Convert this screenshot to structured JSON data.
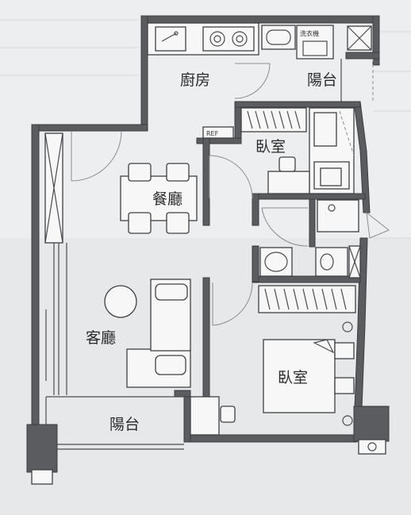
{
  "rooms": {
    "kitchen": "廚房",
    "dining": "餐廳",
    "living": "客廳",
    "bedroom_top": "臥室",
    "bedroom_bottom": "臥室",
    "balcony_top": "陽台",
    "balcony_bottom": "陽台"
  },
  "fixtures": {
    "washer": "洗衣機",
    "fridge": "REF"
  },
  "colors": {
    "wall": "#5a5c60",
    "background": "#eceef0",
    "line": "#3f4043"
  }
}
